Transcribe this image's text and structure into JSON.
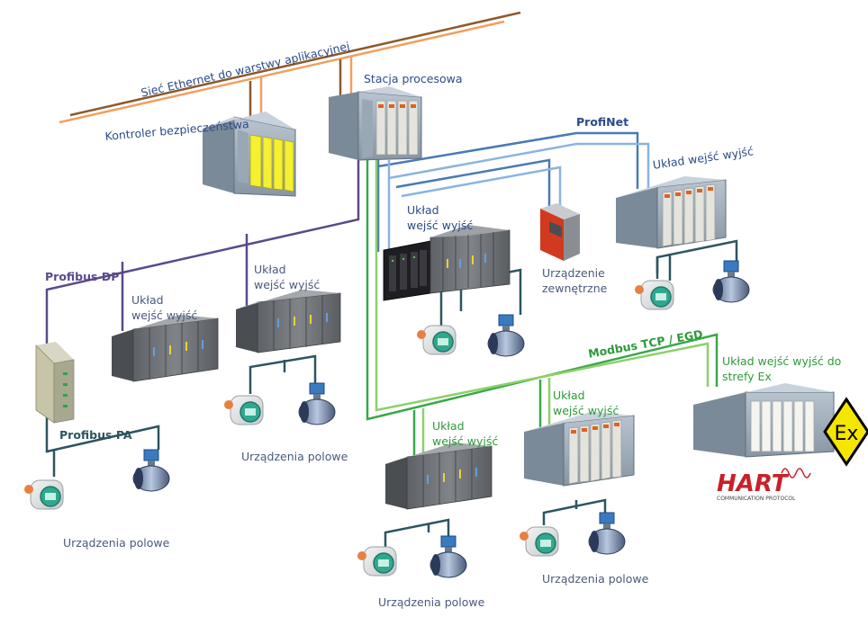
{
  "labels": {
    "ethernet": "Sieć Ethernet do warstwy aplikacyjnej",
    "station": "Stacja procesowa",
    "safety": "Kontroler bezpieczeństwa",
    "profinet": "ProfiNet",
    "profibus_dp": "Profibus DP",
    "profibus_pa": "Profibus PA",
    "modbus": "Modbus TCP / EGD",
    "io_profinet_left": [
      "Układ",
      "wejść wyjść"
    ],
    "io_profinet_right": "Układ wejść wyjść",
    "io_dp_1": [
      "Układ",
      "wejść wyjść"
    ],
    "io_dp_2": [
      "Układ",
      "wejść wyjść"
    ],
    "external": [
      "Urządzenie",
      "zewnętrzne"
    ],
    "io_ex": [
      "Układ wejść wyjść do",
      "strefy Ex"
    ],
    "io_modbus_1": [
      "Układ",
      "wejść wyjść"
    ],
    "io_modbus_2": [
      "Układ",
      "wejść wyjść"
    ],
    "field_devices_1": "Urządzenia polowe",
    "field_devices_2": "Urządzenia polowe",
    "field_devices_3": "Urządzenia polowe",
    "field_devices_4": "Urządzenia polowe",
    "hart_logo": "HART",
    "hart_sub": "COMMUNICATION PROTOCOL",
    "ex_symbol": "Ex"
  },
  "colors": {
    "ethernet_dark": "#8b5a2b",
    "ethernet_light": "#f0a060",
    "profinet_dark": "#4a7ab5",
    "profinet_light": "#8ab4e0",
    "profibus_dp": "#5a4a8a",
    "profibus_pa": "#2d5560",
    "modbus_dark": "#3aa84a",
    "modbus_light": "#8cd06a",
    "module_yellow": "#f5f030",
    "hart_red": "#c8202a",
    "ex_yellow": "#f5e600"
  }
}
